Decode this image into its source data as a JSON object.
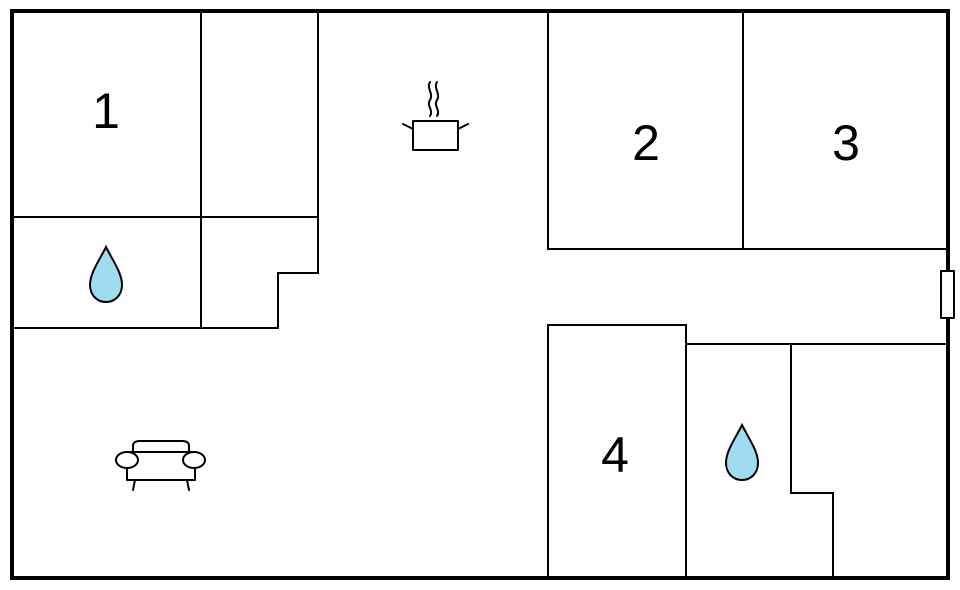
{
  "rooms": [
    {
      "label": "1"
    },
    {
      "label": "2"
    },
    {
      "label": "3"
    },
    {
      "label": "4"
    }
  ],
  "icons": {
    "kitchen": "cooking-pot-icon",
    "bathroom": "water-drop-icon",
    "living": "sofa-icon",
    "door": "door-icon"
  },
  "colors": {
    "wall": "#000000",
    "water": "#9fdcef",
    "background": "#ffffff"
  }
}
